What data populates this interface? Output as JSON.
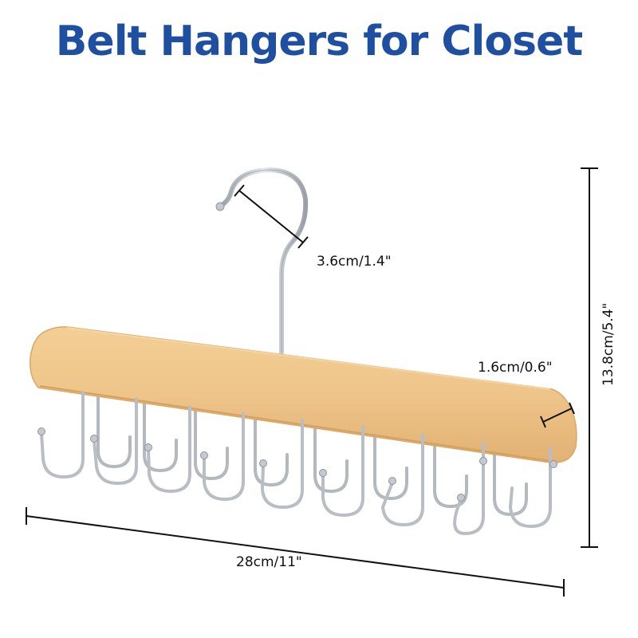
{
  "title": "Belt Hangers for Closet",
  "dimensions": {
    "hook_opening": "3.6cm/1.4\"",
    "bar_thickness": "1.6cm/0.6\"",
    "height": "13.8cm/5.4\"",
    "width": "28cm/11\""
  },
  "product": {
    "hook_count": 16,
    "colors": {
      "wood": "#eec48a",
      "metal": "#b9bdc4",
      "title": "#1f4fa0"
    }
  }
}
